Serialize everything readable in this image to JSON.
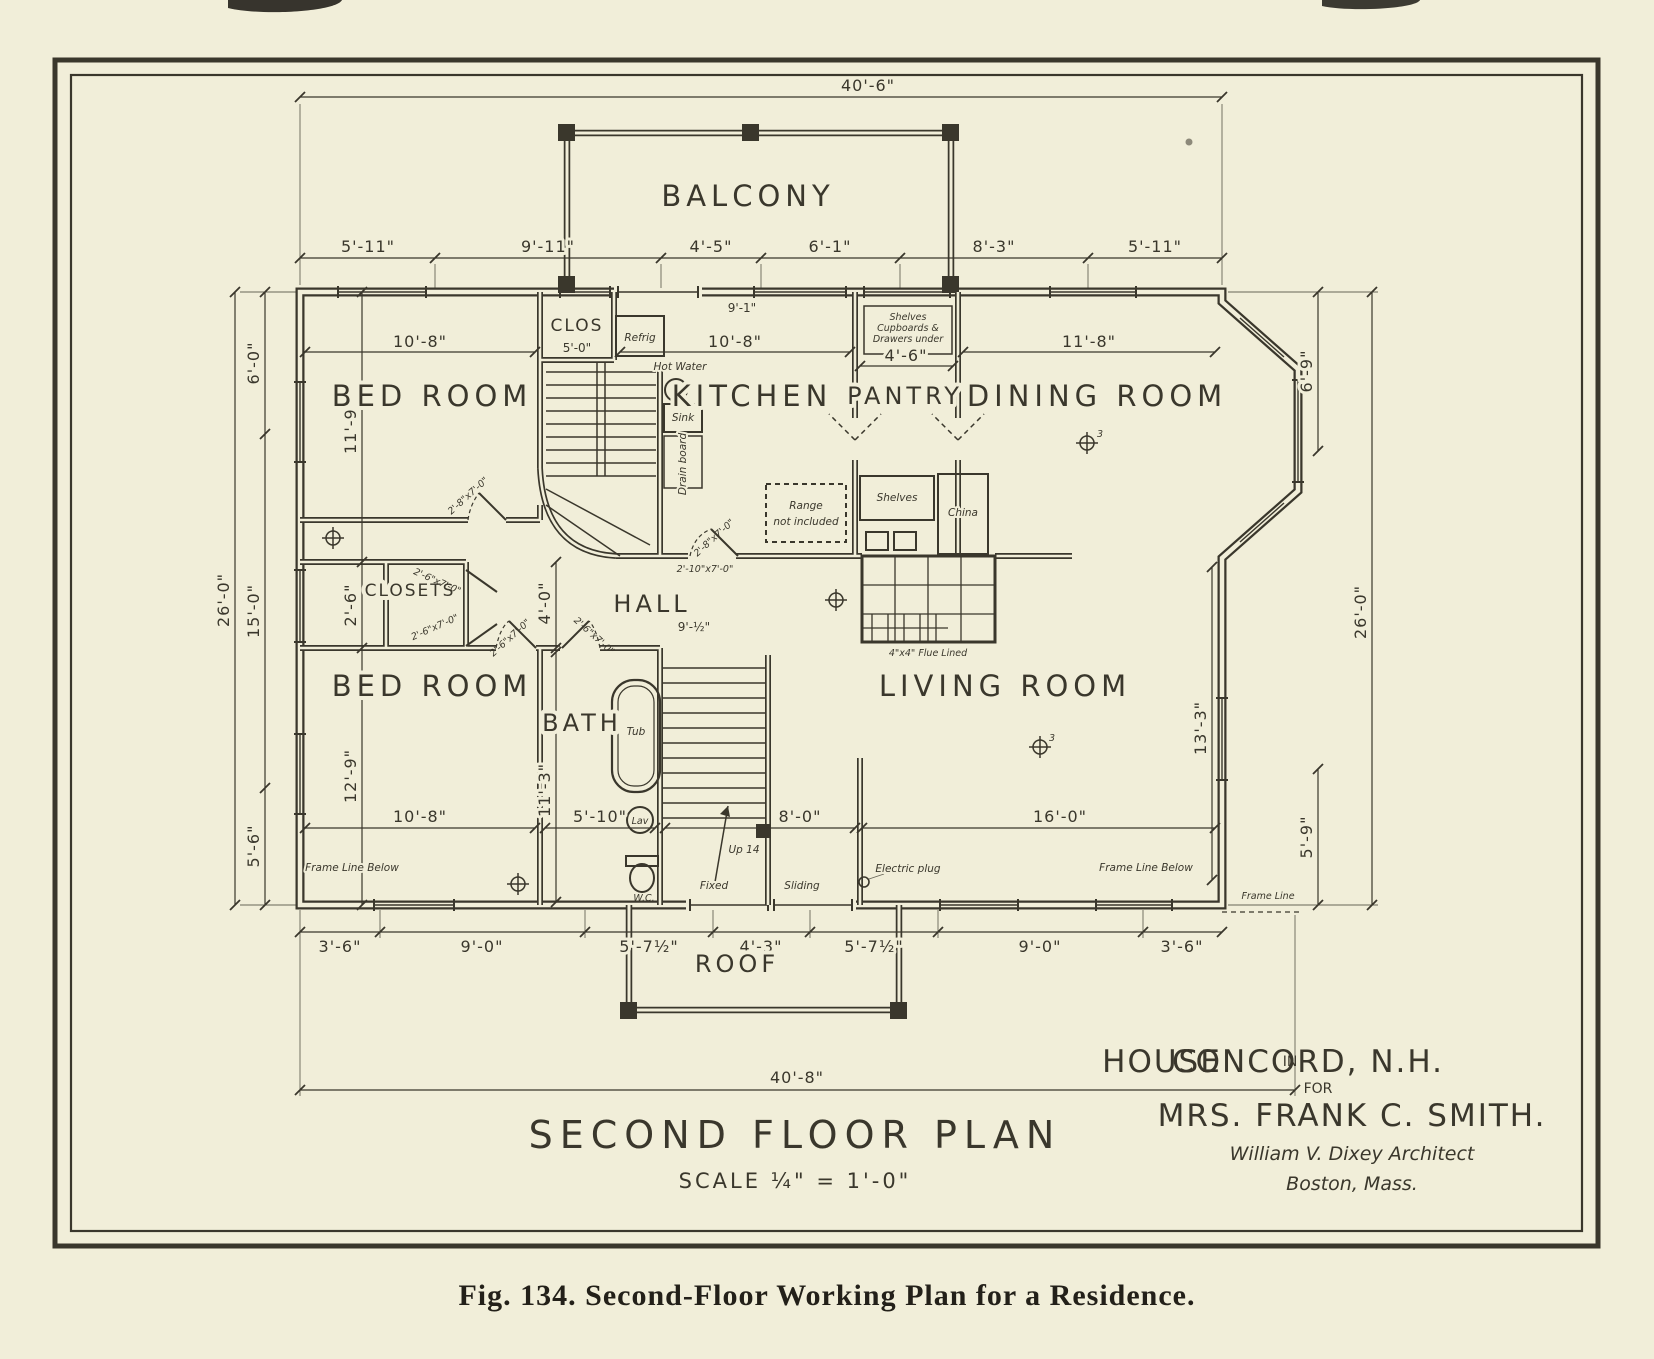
{
  "page": {
    "bg": "#f1eed9",
    "ink": "#3a372c",
    "caption": "Fig. 134.  Second-Floor Working Plan for a Residence."
  },
  "title_block": {
    "title": "Second Floor Plan",
    "scale": "Scale ¼\" = 1'-0\"",
    "house": "House",
    "in": "in",
    "place": "Concord, N.H.",
    "for": "for",
    "client": "Mrs. Frank C. Smith.",
    "architect": "William V. Dixey Architect",
    "city": "Boston, Mass."
  },
  "rooms": {
    "balcony": "Balcony",
    "bed_room_1": "Bed Room",
    "clos": "Clos",
    "kitchen": "Kitchen",
    "pantry": "Pantry",
    "dining_room": "Dining Room",
    "closets": "Closets",
    "hall": "Hall",
    "bed_room_2": "Bed Room",
    "bath": "Bath",
    "living_room": "Living Room",
    "roof": "Roof"
  },
  "fixtures": {
    "refrig": "Refrig",
    "hot_water": "Hot Water",
    "sink": "Sink",
    "drain_board": "Drain board",
    "range_line1": "Range",
    "range_line2": "not included",
    "shelves": "Shelves",
    "pantry_note_1": "Shelves",
    "pantry_note_2": "Cupboards &",
    "pantry_note_3": "Drawers under",
    "china": "China",
    "flue": "4\"x4\" Flue Lined",
    "tub": "Tub",
    "lav": "Lav",
    "wc": "W.C.",
    "up": "Up 14",
    "fixed": "Fixed",
    "sliding": "Sliding",
    "electric_plug": "Electric plug"
  },
  "notes": {
    "frame_line_below_left": "Frame Line Below",
    "frame_line_below_right": "Frame Line Below",
    "frame_line": "Frame Line",
    "hall_clear": "9'-½\"",
    "balcony_door": "9'-1\"",
    "door_2_8": "2'-8\"x7'-0\"",
    "door_2_6": "2'-6\"x7'-0\"",
    "door_2_10": "2'-10\"x7'-0\"",
    "mark_3a": "3",
    "mark_3b": "3"
  },
  "dims": {
    "top_overall": "40'-6\"",
    "top_row": [
      "5'-11\"",
      "9'-11\"",
      "4'-5\"",
      "6'-1\"",
      "8'-3\"",
      "5'-11\""
    ],
    "left_26_0": "26'-0\"",
    "left_6_0": "6'-0\"",
    "left_15_0": "15'-0\"",
    "left_5_6": "5'-6\"",
    "left_11_9": "11'-9\"",
    "left_2_6": "2'-6\"",
    "left_12_9": "12'-9\"",
    "right_6_9": "6'-9\"",
    "right_26_0": "26'-0\"",
    "right_13_3": "13'-3\"",
    "right_5_9": "5'-9\"",
    "bottom_row": [
      "3'-6\"",
      "9'-0\"",
      "5'-7½\"",
      "4'-3\"",
      "5'-7½\"",
      "9'-0\"",
      "3'-6\""
    ],
    "bottom_overall": "40'-8\"",
    "bed1_width": "10'-8\"",
    "clos_width": "5'-0\"",
    "kitchen_width": "10'-8\"",
    "pantry_width": "4'-6\"",
    "dining_width": "11'-8\"",
    "bed2_width": "10'-8\"",
    "bath_width": "5'-10\"",
    "hall_width": "8'-0\"",
    "living_width": "16'-0\"",
    "bath_height": "11'-3\"",
    "hall_depth": "4'-0\""
  }
}
